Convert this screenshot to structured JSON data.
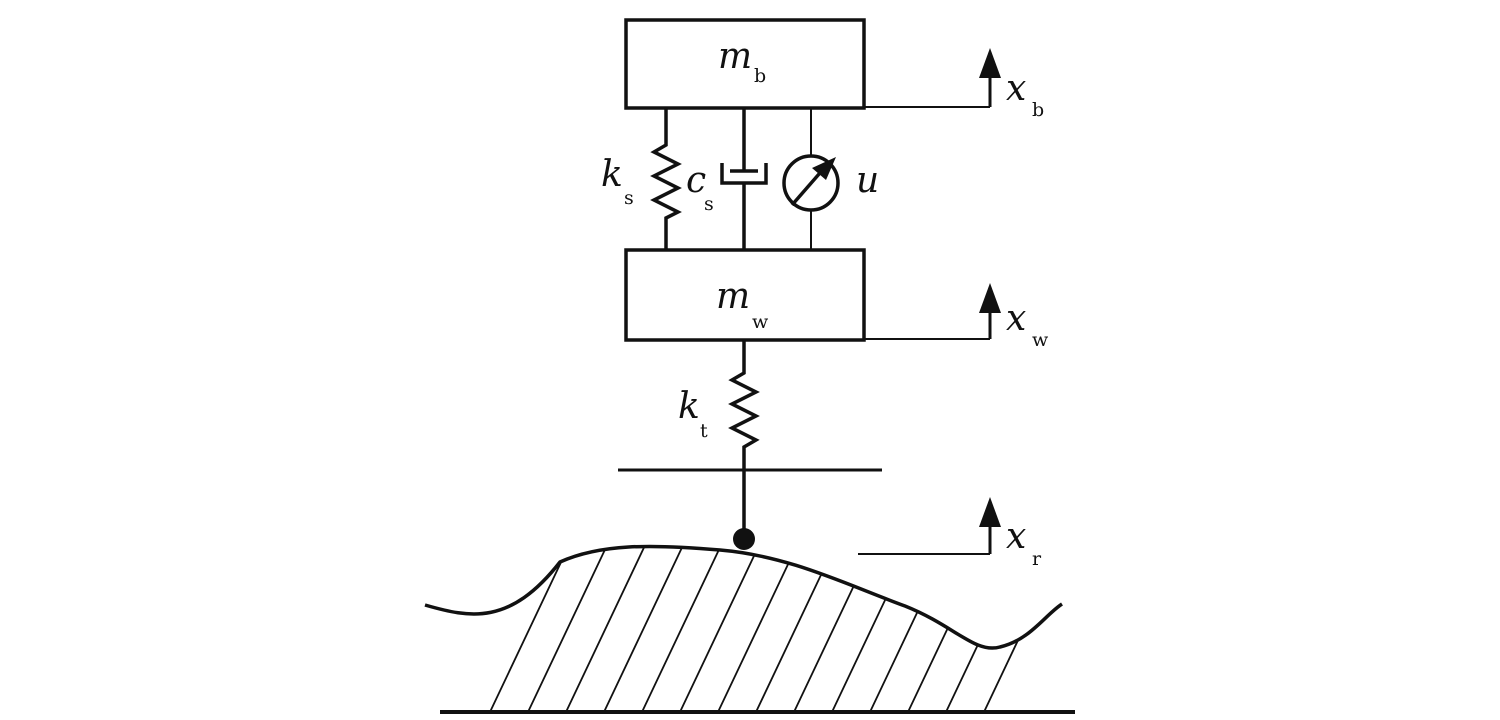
{
  "diagram": {
    "masses": {
      "body": {
        "symbol": "m",
        "subscript": "b"
      },
      "wheel": {
        "symbol": "m",
        "subscript": "w"
      }
    },
    "suspension": {
      "spring": {
        "symbol": "k",
        "subscript": "s"
      },
      "damper": {
        "symbol": "c",
        "subscript": "s"
      },
      "actuator": {
        "symbol": "u"
      }
    },
    "tire": {
      "symbol": "k",
      "subscript": "t"
    },
    "displacements": {
      "body": {
        "symbol": "x",
        "subscript": "b"
      },
      "wheel": {
        "symbol": "x",
        "subscript": "w"
      },
      "road": {
        "symbol": "x",
        "subscript": "r"
      }
    },
    "colors": {
      "stroke": "#111111",
      "background": "#ffffff"
    }
  }
}
